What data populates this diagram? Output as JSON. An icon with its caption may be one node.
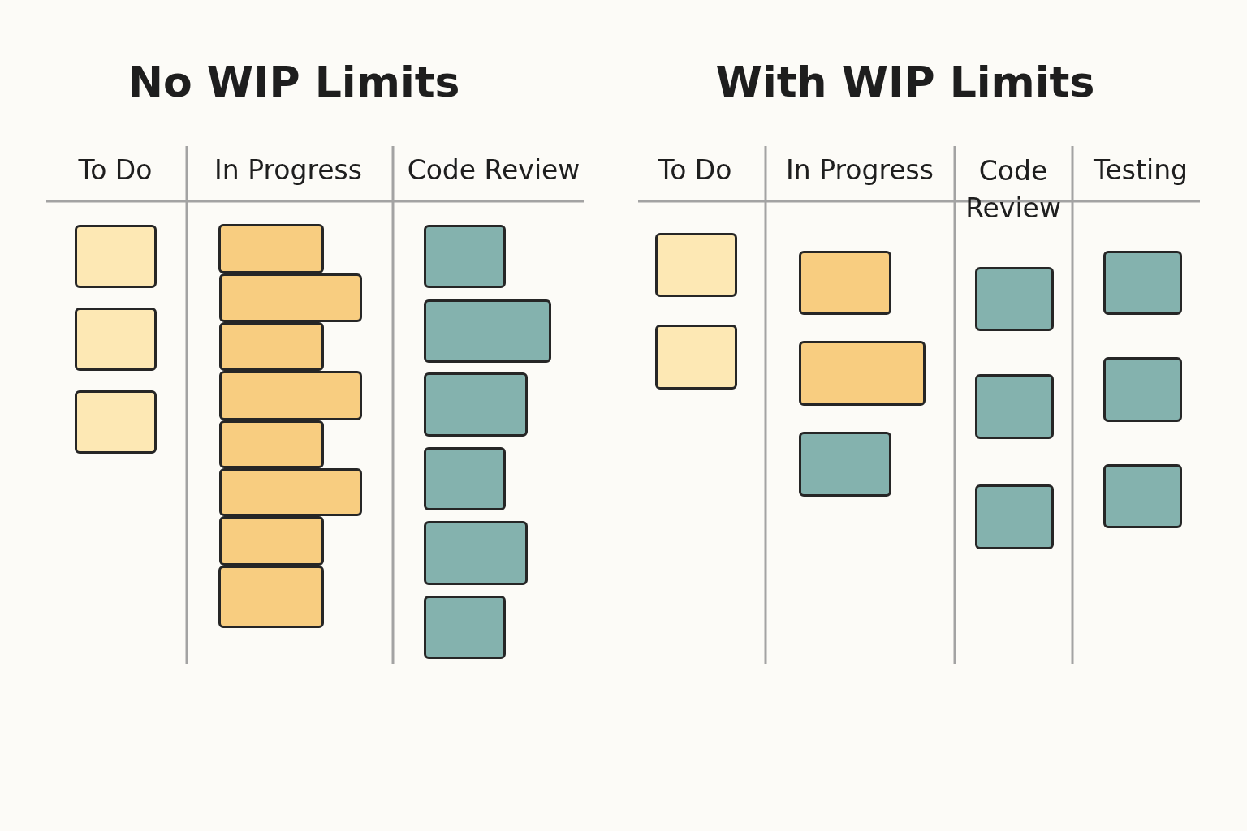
{
  "diagram": {
    "nodes": [
      {
        "text": [],
        "shape": "box"
      },
      {
        "text": [],
        "shape": "box"
      },
      {
        "text": [],
        "shape": "box"
      },
      {
        "text": [],
        "shape": "box"
      },
      {
        "text": [],
        "shape": "box"
      },
      {
        "text": [],
        "shape": "box"
      },
      {
        "text": [],
        "shape": "box"
      },
      {
        "text": [],
        "shape": "box"
      },
      {
        "text": [],
        "shape": "box"
      },
      {
        "text": [],
        "shape": "box"
      },
      {
        "text": [],
        "shape": "box"
      },
      {
        "text": [],
        "shape": "box"
      },
      {
        "text": [],
        "shape": "box"
      },
      {
        "text": [],
        "shape": "box"
      },
      {
        "text": [],
        "shape": "box"
      },
      {
        "text": [],
        "shape": "box"
      },
      {
        "text": [],
        "shape": "box"
      },
      {
        "text": [],
        "shape": "box"
      },
      {
        "text": [],
        "shape": "box"
      },
      {
        "text": [],
        "shape": "box"
      },
      {
        "text": [],
        "shape": "box"
      },
      {
        "text": [],
        "shape": "box"
      },
      {
        "text": [],
        "shape": "box"
      },
      {
        "text": [],
        "shape": "box"
      },
      {
        "text": [],
        "shape": "box"
      },
      {
        "text": [],
        "shape": "box"
      },
      {
        "text": [],
        "shape": "box"
      },
      {
        "text": [],
        "shape": "box"
      }
    ],
    "edges": [],
    "labels": [
      "No WIP Limits",
      "With WIP Limits",
      "To Do",
      "In Progress",
      "Code Review",
      "To Do",
      "In Progress",
      "Code Review",
      "Testing"
    ]
  }
}
